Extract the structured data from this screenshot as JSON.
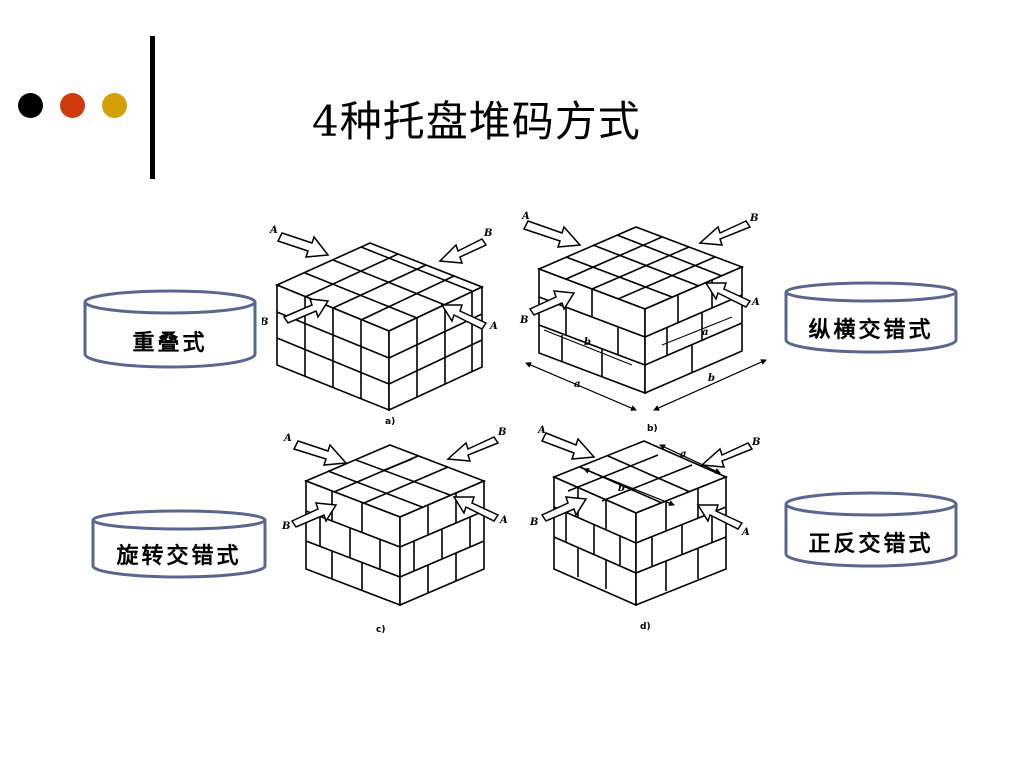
{
  "slide": {
    "title": "4种托盘堆码方式",
    "dot_colors": [
      "#000000",
      "#d13a0e",
      "#d4a00a"
    ]
  },
  "labels": {
    "top_left": "重叠式",
    "top_right": "纵横交错式",
    "bottom_left": "旋转交错式",
    "bottom_right": "正反交错式"
  },
  "panels": {
    "a": "a)",
    "b": "b)",
    "c": "c)",
    "d": "d)"
  },
  "arrows": {
    "a": "A",
    "b": "B"
  },
  "dims": {
    "a": "a",
    "b": "b"
  },
  "drum_color": "#5a6690"
}
